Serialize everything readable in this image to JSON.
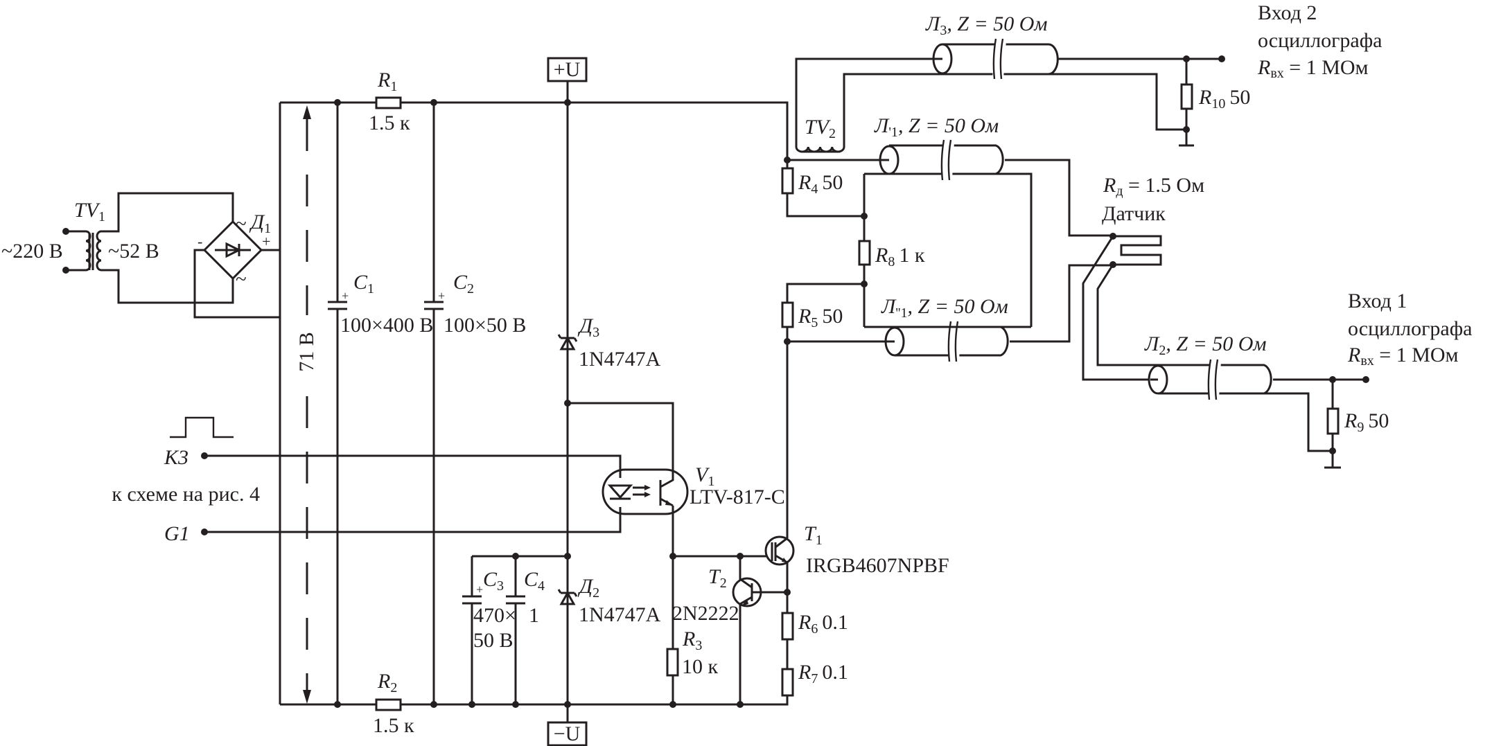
{
  "colors": {
    "ink": "#231f20",
    "background": "#ffffff"
  },
  "transformer1": {
    "name": "TV",
    "index": "1",
    "primary": "~220 В",
    "secondary": "~52 В"
  },
  "bridge": {
    "name": "Д",
    "index": "1",
    "ac": "~",
    "plus": "+",
    "minus": "-"
  },
  "voltage_arrow": "71 В",
  "r1": {
    "name": "R",
    "index": "1",
    "value": "1.5 к"
  },
  "r2": {
    "name": "R",
    "index": "2",
    "value": "1.5 к"
  },
  "c1": {
    "name": "C",
    "index": "1",
    "value": "100×400 В"
  },
  "c2": {
    "name": "C",
    "index": "2",
    "value": "100×50 В"
  },
  "c3": {
    "name": "C",
    "index": "3",
    "value_line1": "470×",
    "value_line2": "50 В"
  },
  "c4": {
    "name": "C",
    "index": "4",
    "value": "1"
  },
  "plus_u": "+U",
  "minus_u": "−U",
  "d3": {
    "name": "Д",
    "index": "3",
    "part": "1N4747A"
  },
  "d2": {
    "name": "Д",
    "index": "2",
    "part": "1N4747A"
  },
  "v1": {
    "name": "V",
    "index": "1",
    "part": "LTV-817-C"
  },
  "t1": {
    "name": "T",
    "index": "1",
    "part": "IRGB4607NPBF"
  },
  "t2": {
    "name": "T",
    "index": "2",
    "part": "2N2222"
  },
  "r3": {
    "name": "R",
    "index": "3",
    "value": "10 к"
  },
  "r4": {
    "name": "R",
    "index": "4",
    "value": "50"
  },
  "r5": {
    "name": "R",
    "index": "5",
    "value": "50"
  },
  "r6": {
    "name": "R",
    "index": "6",
    "value": "0.1"
  },
  "r7": {
    "name": "R",
    "index": "7",
    "value": "0.1"
  },
  "r8": {
    "name": "R",
    "index": "8",
    "value": "1 к"
  },
  "r9": {
    "name": "R",
    "index": "9",
    "value": "50"
  },
  "r10": {
    "name": "R",
    "index": "10",
    "value": "50"
  },
  "tv2": {
    "name": "TV",
    "index": "2"
  },
  "inputs": {
    "k3": "K3",
    "g1": "G1",
    "ref": "к схеме на рис. 4"
  },
  "cable_l3": {
    "name": "Л",
    "index": "3",
    "rest": ", Z = 50 Ом"
  },
  "cable_l1a": {
    "name": "Л",
    "index": "'1",
    "rest": ", Z = 50 Ом"
  },
  "cable_l1b": {
    "name": "Л",
    "index": "''1",
    "rest": ", Z = 50 Ом"
  },
  "cable_l2": {
    "name": "Л",
    "index": "2",
    "rest": ", Z = 50 Ом"
  },
  "sensor": {
    "r_name": "R",
    "r_index": "д",
    "r_value": " = 1.5 Ом",
    "label": "Датчик"
  },
  "scope2": {
    "line1": "Вход 2",
    "line2": "осциллографа",
    "r_name": "R",
    "r_index": "вх",
    "r_value": " = 1 МОм"
  },
  "scope1": {
    "line1": "Вход 1",
    "line2": "осциллографа",
    "r_name": "R",
    "r_index": "вх",
    "r_value": " = 1 МОм"
  }
}
